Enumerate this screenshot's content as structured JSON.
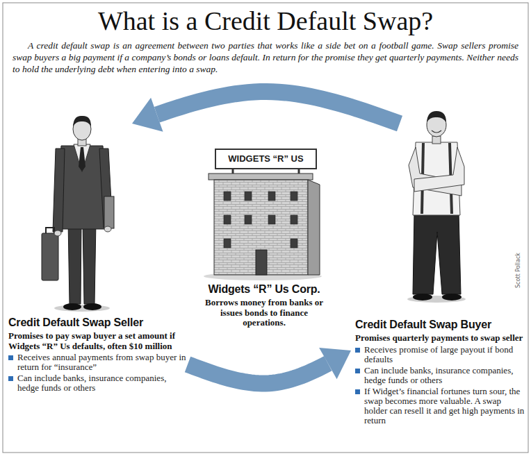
{
  "diagram": {
    "title": "What is a Credit Default Swap?",
    "caption": "A credit default swap is an agreement between two parties that works like a side bet on a football game. Swap sellers promise swap buyers a big payment if a company’s bonds or loans default. In return for the promise they get quarterly payments. Neither needs to hold the underlying debt when entering into a swap.",
    "nodes": [
      {
        "text": [
          "Credit Default Swap Seller",
          "Promises to pay swap buyer a set amount if Widgets “R” Us defaults, often $10 million",
          "Receives annual payments from swap buyer in return for “insurance”",
          "Can include banks, insurance companies, hedge funds or others"
        ]
      },
      {
        "text": [
          "WIDGETS “R” US",
          "Widgets “R” Us Corp.",
          "Borrows money from banks or issues bonds to finance operations."
        ]
      },
      {
        "text": [
          "Credit Default Swap Buyer",
          "Promises quarterly payments to swap seller",
          "Receives promise of large payout if bond defaults",
          "Can include banks, insurance companies, hedge funds or others",
          "If Widget’s financial fortunes turn sour, the swap becomes more valuable. A swap holder can resell it and get high payments in return"
        ]
      }
    ],
    "edges": [
      {
        "from": 2,
        "to": 0,
        "arrow": "to"
      },
      {
        "from": 0,
        "to": 2,
        "arrow": "to"
      }
    ],
    "labels": [
      "Scott Pollack"
    ]
  }
}
